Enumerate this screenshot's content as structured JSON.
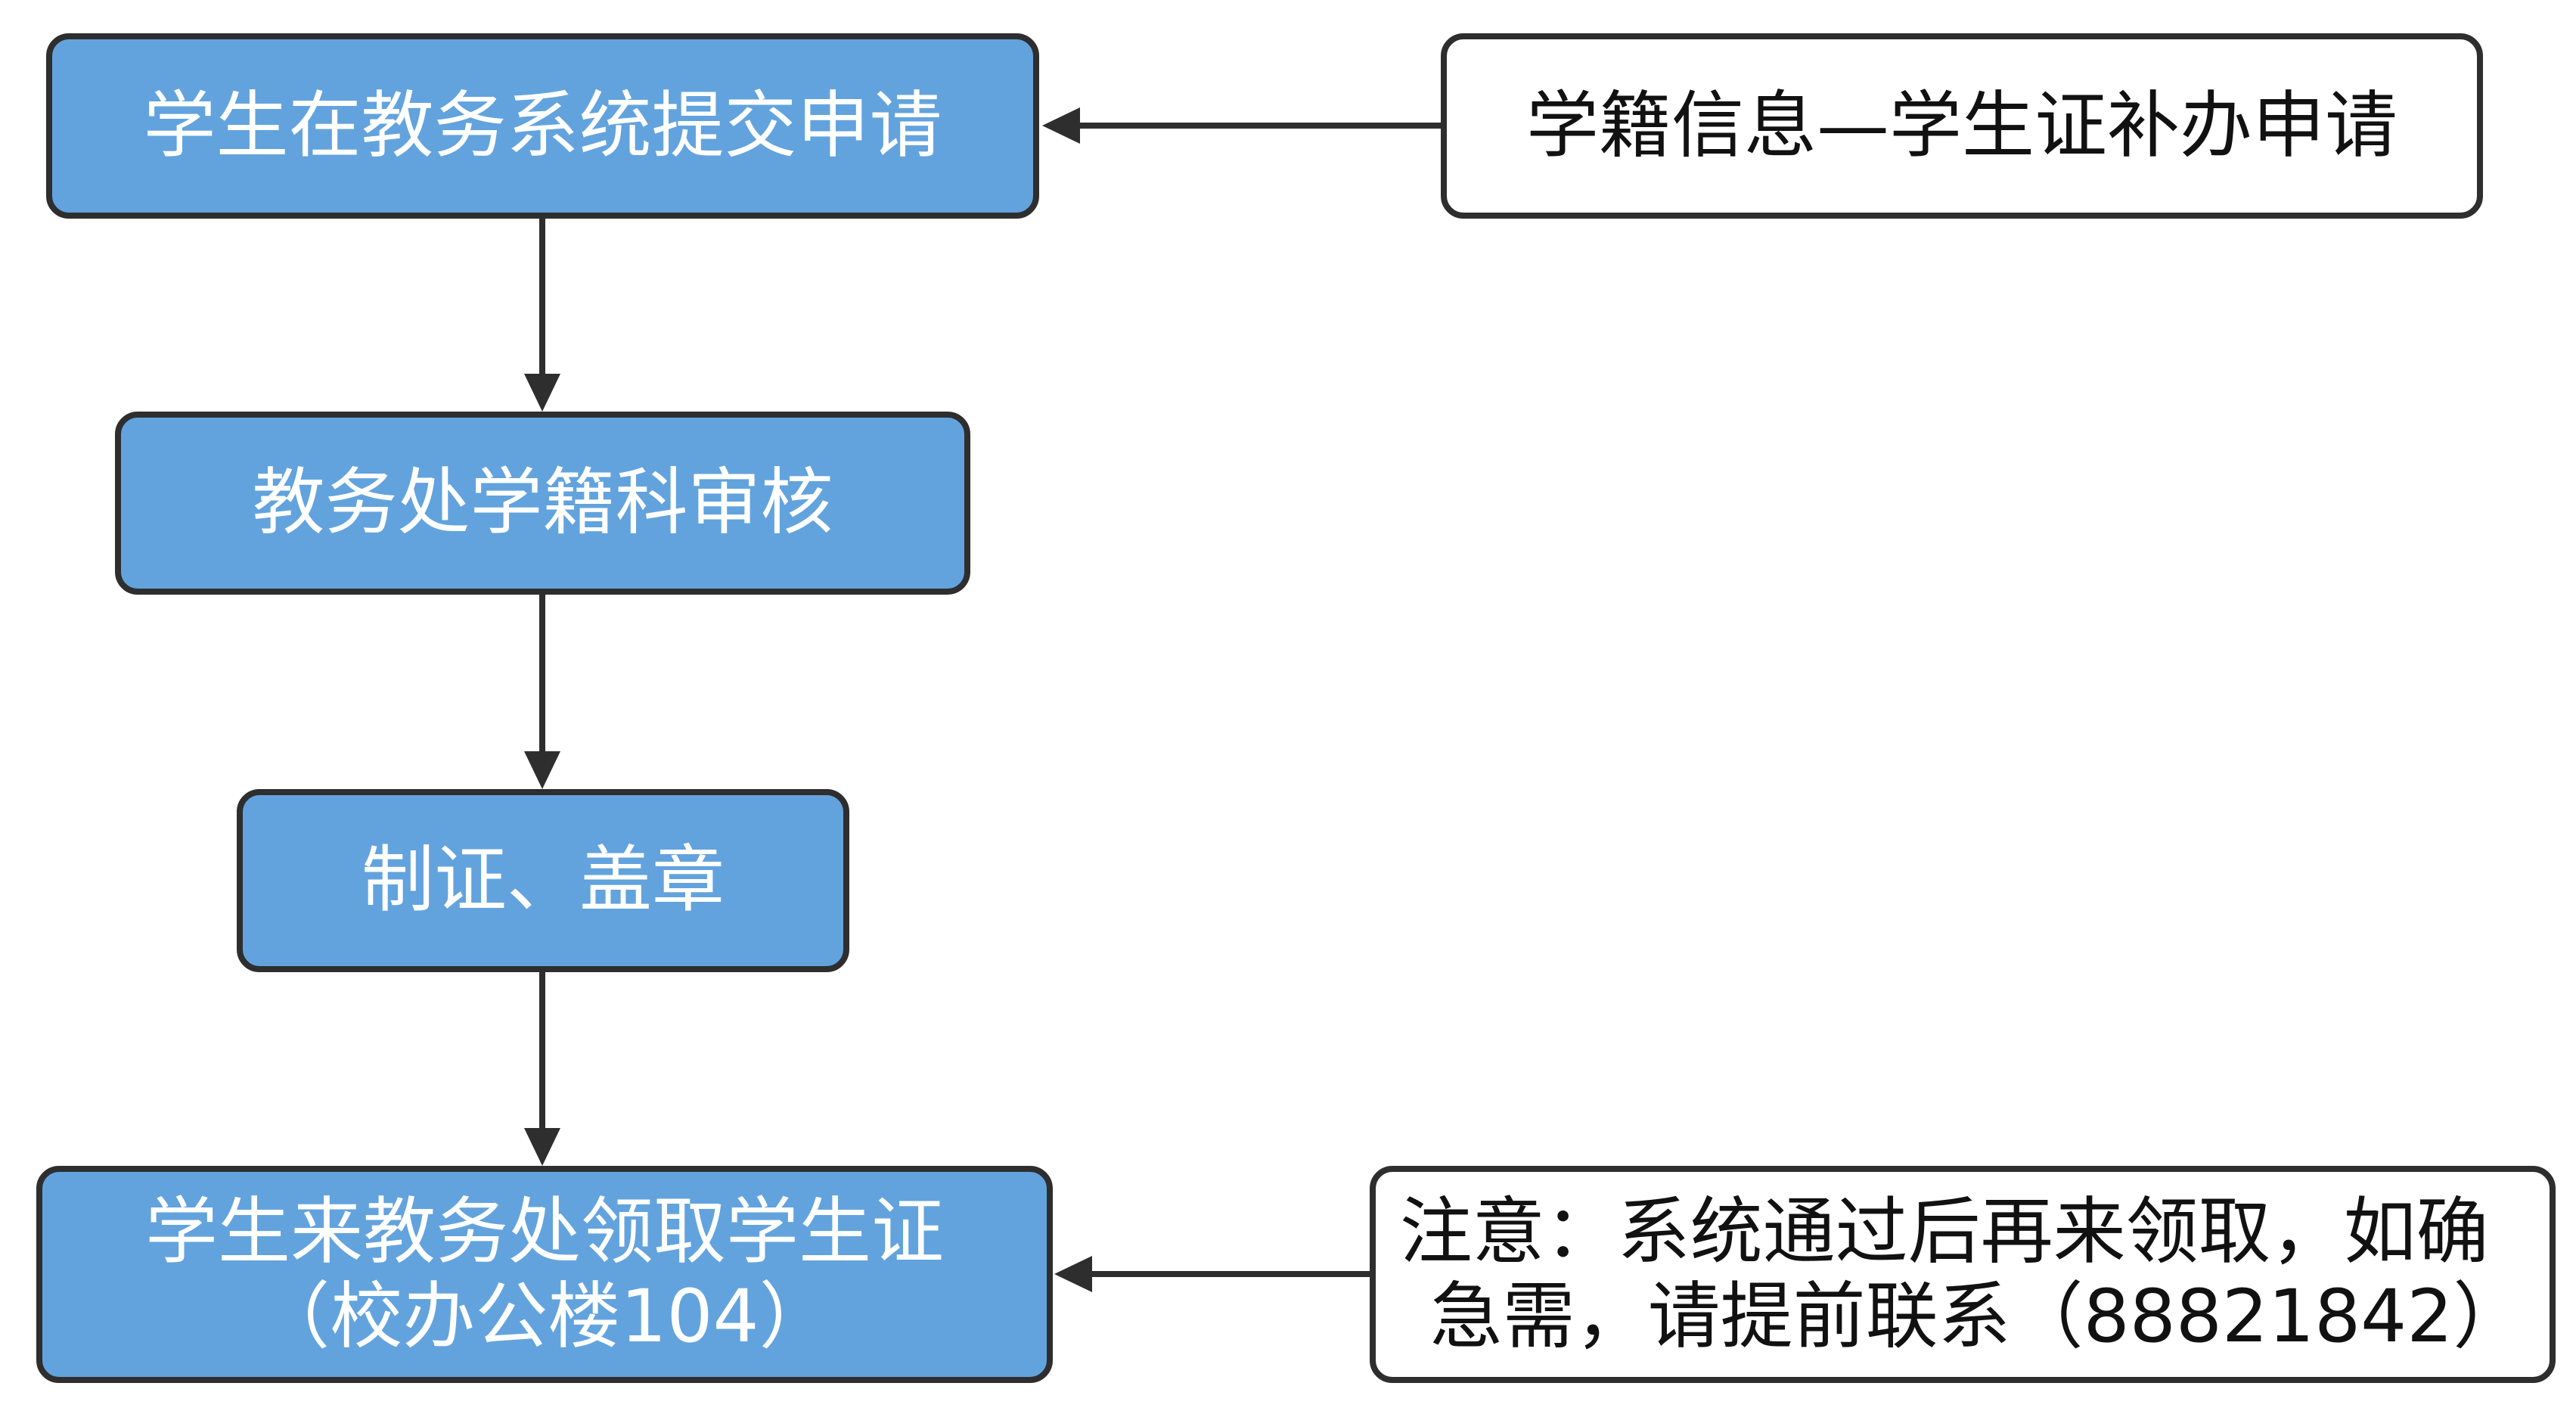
{
  "diagram": {
    "colors": {
      "process_fill": "#62a3de",
      "process_text": "#ffffff",
      "note_fill": "#ffffff",
      "note_text": "#111111",
      "stroke": "#2e2e2e"
    },
    "nodes": {
      "submit": {
        "label": "学生在教务系统提交申请"
      },
      "review": {
        "label": "教务处学籍科审核"
      },
      "make": {
        "label": "制证、盖章"
      },
      "collect": {
        "line1": "学生来教务处领取学生证",
        "line2": "（校办公楼104）"
      },
      "source": {
        "label": "学籍信息—学生证补办申请"
      },
      "note": {
        "line1": "注意：系统通过后再来领取，如确",
        "line2": "急需，请提前联系（88821842）"
      }
    },
    "edges": [
      {
        "from": "source",
        "to": "submit"
      },
      {
        "from": "submit",
        "to": "review"
      },
      {
        "from": "review",
        "to": "make"
      },
      {
        "from": "make",
        "to": "collect"
      },
      {
        "from": "note",
        "to": "collect"
      }
    ]
  }
}
